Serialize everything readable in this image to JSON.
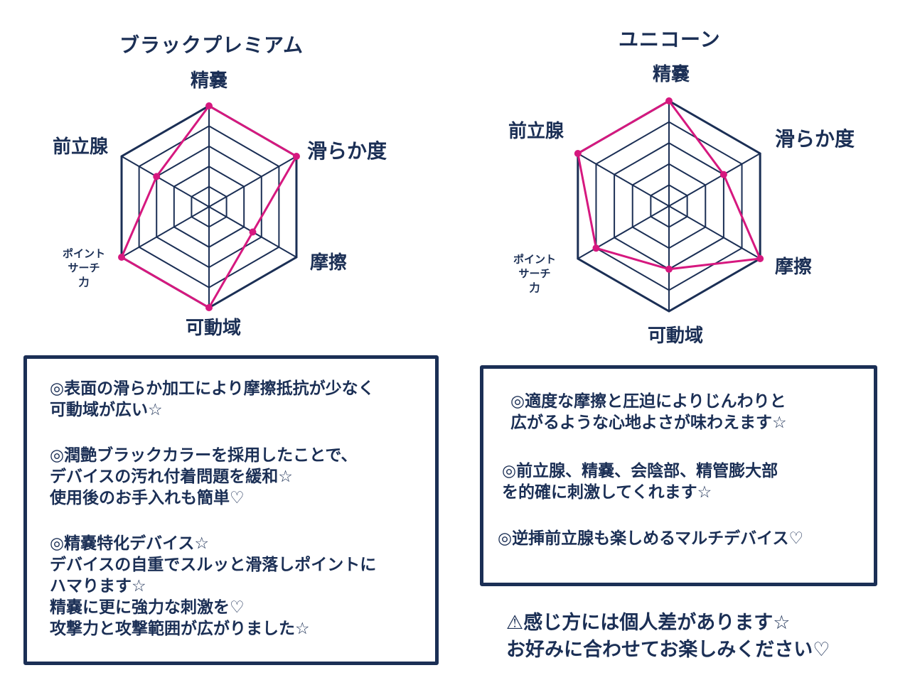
{
  "chart_data": [
    {
      "type": "radar",
      "title": "ブラックプレミアム",
      "axes": [
        "精嚢",
        "滑らか度",
        "摩擦",
        "可動域",
        "ポイント\nサーチ\n力",
        "前立腺"
      ],
      "rings": 5,
      "max": 5,
      "values": [
        5,
        5,
        2.5,
        5,
        5,
        3
      ],
      "color": "#d6187f"
    },
    {
      "type": "radar",
      "title": "ユニコーン",
      "axes": [
        "精嚢",
        "滑らか度",
        "摩擦",
        "可動域",
        "ポイント\nサーチ\n力",
        "前立腺"
      ],
      "rings": 5,
      "max": 5,
      "values": [
        5,
        3,
        5,
        3,
        4,
        5
      ],
      "color": "#d6187f"
    }
  ],
  "left_box": {
    "p1": "◎表面の滑らか加工により摩擦抵抗が少なく\n可動域が広い☆",
    "p2": "◎潤艶ブラックカラーを採用したことで、\nデバイスの汚れ付着問題を緩和☆\n使用後のお手入れも簡単♡",
    "p3": "◎精嚢特化デバイス☆\nデバイスの自重でスルッと滑落しポイントに\nハマります☆\n精嚢に更に強力な刺激を♡\n攻撃力と攻撃範囲が広がりました☆"
  },
  "right_box": {
    "p1": "◎適度な摩擦と圧迫によりじんわりと\n広がるような心地よさが味わえます☆",
    "p2": "◎前立腺、精嚢、会陰部、精管膨大部\nを的確に刺激してくれます☆",
    "p3": "◎逆挿前立腺も楽しめるマルチデバイス♡"
  },
  "note": "⚠感じ方には個人差があります☆\nお好みに合わせてお楽しみください♡",
  "colors": {
    "navy": "#1b2f55",
    "magenta": "#d6187f"
  }
}
